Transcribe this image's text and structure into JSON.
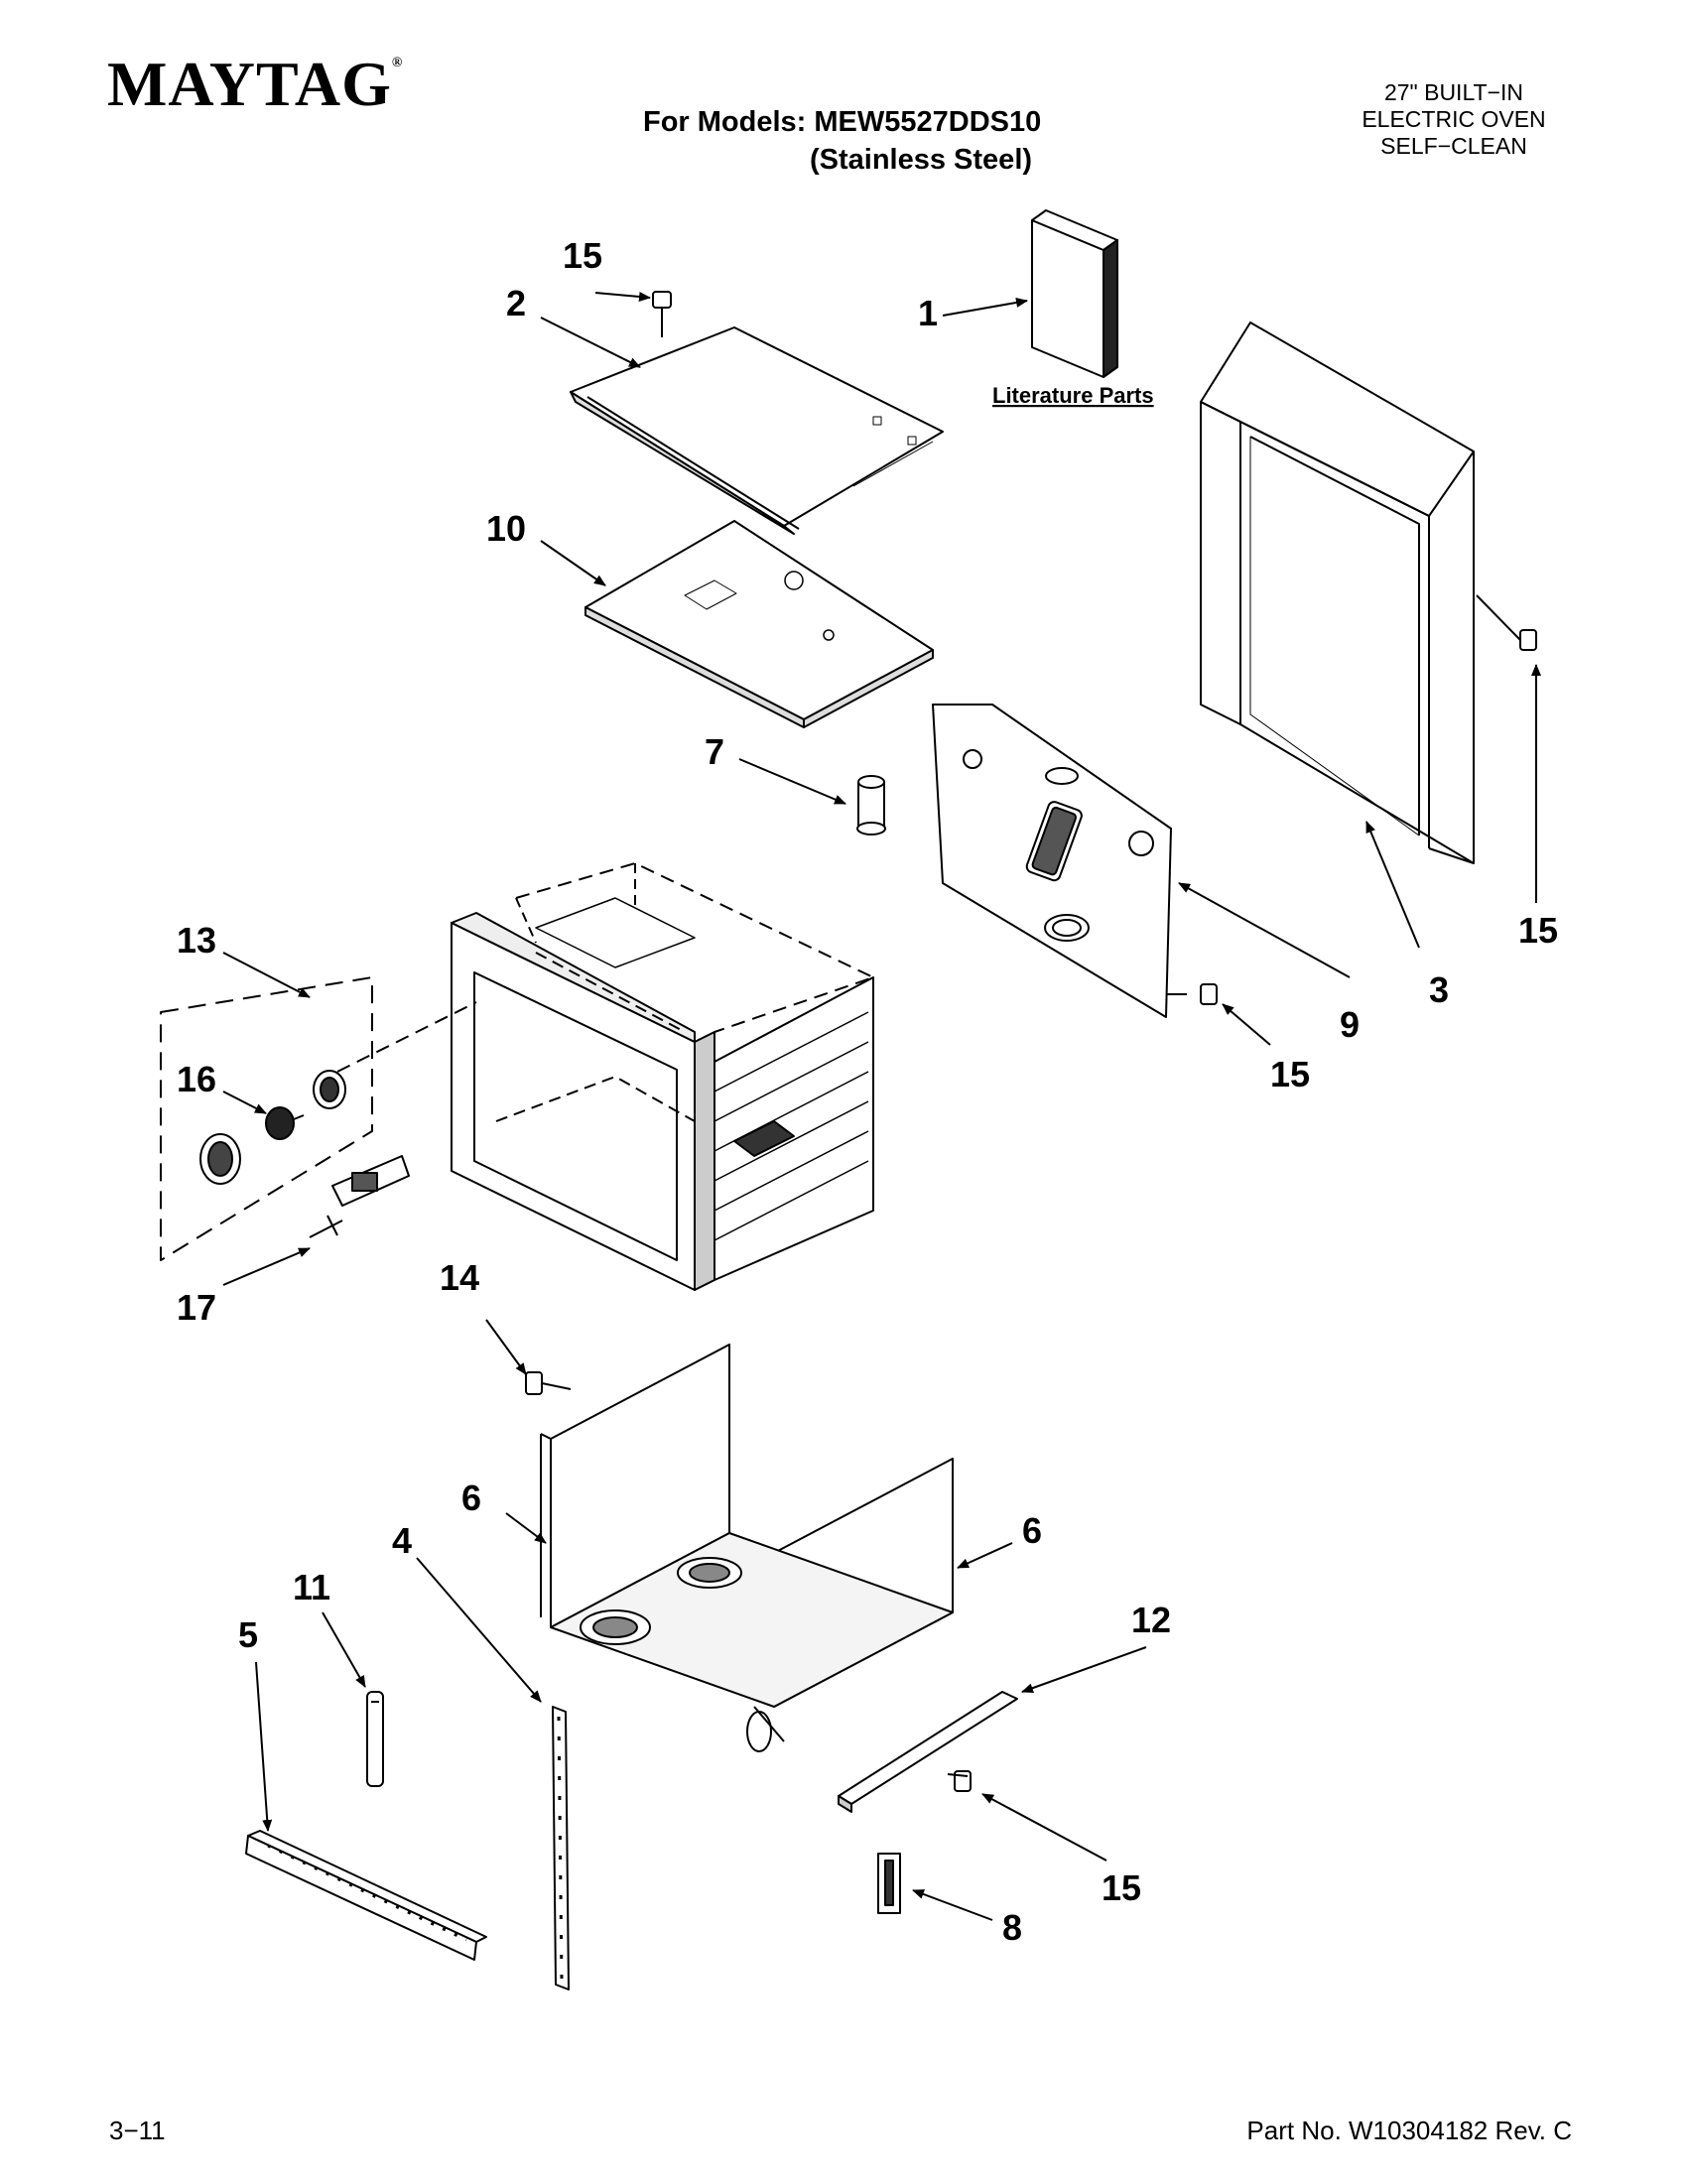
{
  "brand": "MAYTAG",
  "models": {
    "line1": "For Models: MEW5527DDS10",
    "line2": "(Stainless Steel)"
  },
  "product": [
    "27\" BUILT−IN",
    "ELECTRIC OVEN",
    "SELF−CLEAN"
  ],
  "literature_label": "Literature Parts",
  "callouts": [
    "1",
    "2",
    "3",
    "4",
    "5",
    "6",
    "6",
    "7",
    "8",
    "9",
    "10",
    "11",
    "12",
    "13",
    "14",
    "15",
    "15",
    "15",
    "15",
    "16",
    "17"
  ],
  "footer": {
    "page": "3−11",
    "part_no": "Part No. W10304182 Rev. C"
  }
}
